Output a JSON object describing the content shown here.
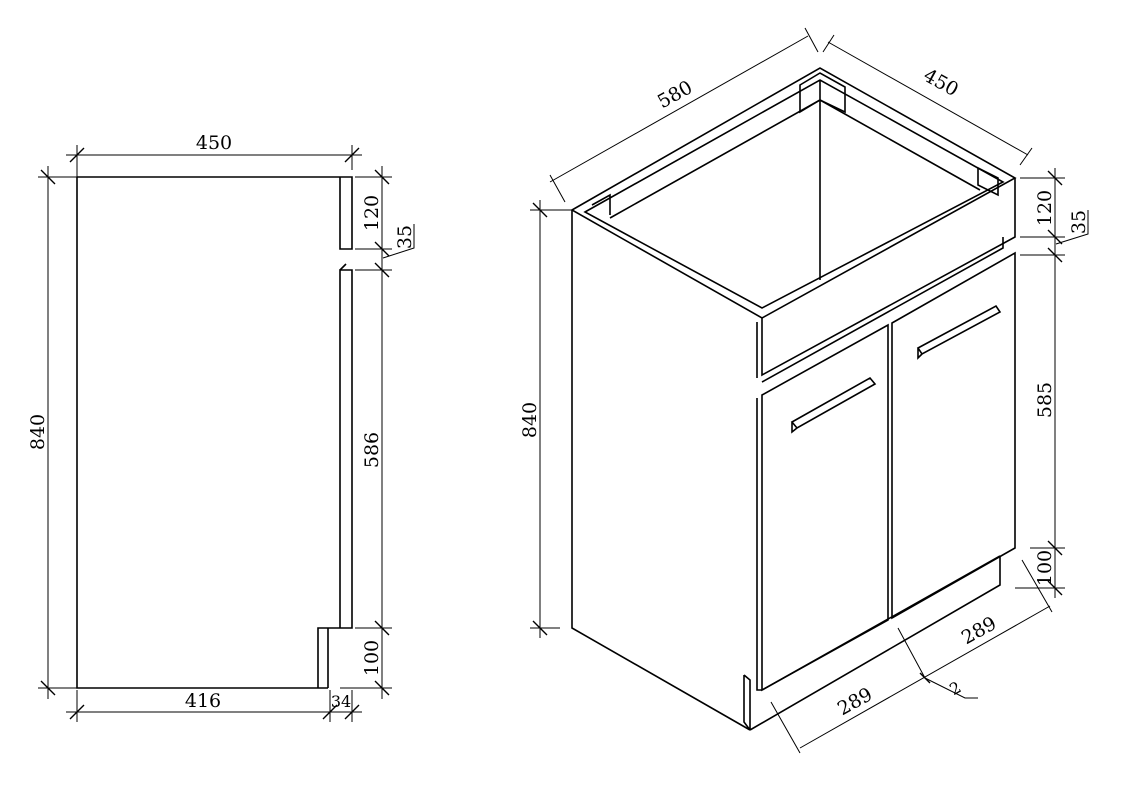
{
  "side_view": {
    "width": "450",
    "height": "840",
    "rail": "120",
    "gap": "35",
    "door": "586",
    "plinth": "100",
    "depth_body": "416",
    "plinth_offset": "34"
  },
  "iso_view": {
    "width": "580",
    "depth": "450",
    "height": "840",
    "rail": "120",
    "gap": "35",
    "door": "585",
    "plinth": "100",
    "door_left": "289",
    "door_right": "289",
    "door_gap": "2"
  }
}
